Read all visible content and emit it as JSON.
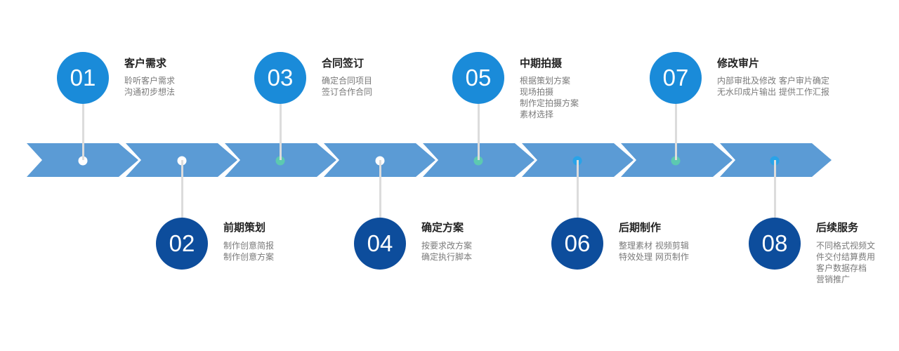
{
  "steps": [
    {
      "num": "01",
      "title": "客户需求",
      "lines": [
        "聆听客户需求",
        "沟通初步想法"
      ],
      "position": "top",
      "dot_color": "#ffffff",
      "circle_color": "#1a8bd9"
    },
    {
      "num": "02",
      "title": "前期策划",
      "lines": [
        "制作创意简报",
        "制作创意方案"
      ],
      "position": "bottom",
      "dot_color": "#ffffff",
      "circle_color": "#0d4d9c"
    },
    {
      "num": "03",
      "title": "合同签订",
      "lines": [
        "确定合同项目",
        "签订合作合同"
      ],
      "position": "top",
      "dot_color": "#5cc9b0",
      "circle_color": "#1a8bd9"
    },
    {
      "num": "04",
      "title": "确定方案",
      "lines": [
        "按要求改方案",
        "确定执行脚本"
      ],
      "position": "bottom",
      "dot_color": "#ffffff",
      "circle_color": "#0d4d9c"
    },
    {
      "num": "05",
      "title": "中期拍摄",
      "lines": [
        "根据策划方案",
        "现场拍摄",
        "制作定拍摄方案",
        "素材选择"
      ],
      "position": "top",
      "dot_color": "#5cc9b0",
      "circle_color": "#1a8bd9"
    },
    {
      "num": "06",
      "title": "后期制作",
      "lines": [
        "整理素材 视频剪辑",
        "特效处理 网页制作"
      ],
      "position": "bottom",
      "dot_color": "#29a3e8",
      "circle_color": "#0d4d9c"
    },
    {
      "num": "07",
      "title": "修改审片",
      "lines": [
        "内部审批及修改 客户审片确定",
        "无水印成片输出 提供工作汇报"
      ],
      "position": "top",
      "dot_color": "#5cc9b0",
      "circle_color": "#1a8bd9"
    },
    {
      "num": "08",
      "title": "后续服务",
      "lines": [
        "不同格式视频文",
        "件交付结算费用",
        "客户数据存档",
        "营销推广"
      ],
      "position": "bottom",
      "dot_color": "#29a3e8",
      "circle_color": "#0d4d9c"
    }
  ],
  "colors": {
    "arrow": "#5b9bd5",
    "stem": "#dcdcdc",
    "title": "#222222",
    "text": "#7a7a7a"
  }
}
